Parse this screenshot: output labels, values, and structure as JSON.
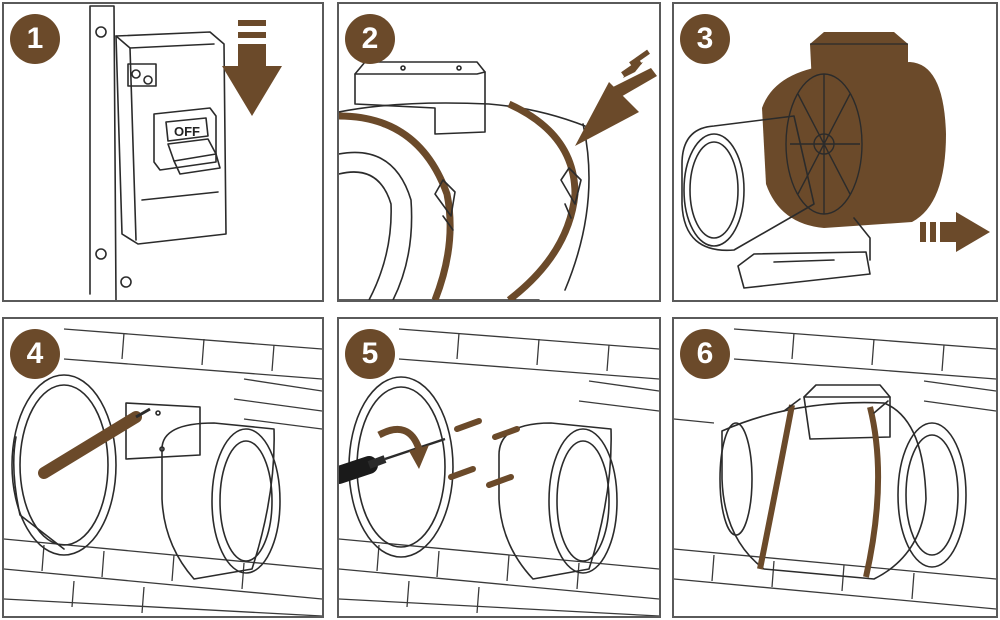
{
  "steps": [
    {
      "number": "1",
      "switch_label": "OFF"
    },
    {
      "number": "2"
    },
    {
      "number": "3"
    },
    {
      "number": "4"
    },
    {
      "number": "5"
    },
    {
      "number": "6"
    }
  ],
  "colors": {
    "accent_brown": "#6b4a2a",
    "line": "#2b2b2b",
    "panel_border": "#5a5a5a"
  }
}
